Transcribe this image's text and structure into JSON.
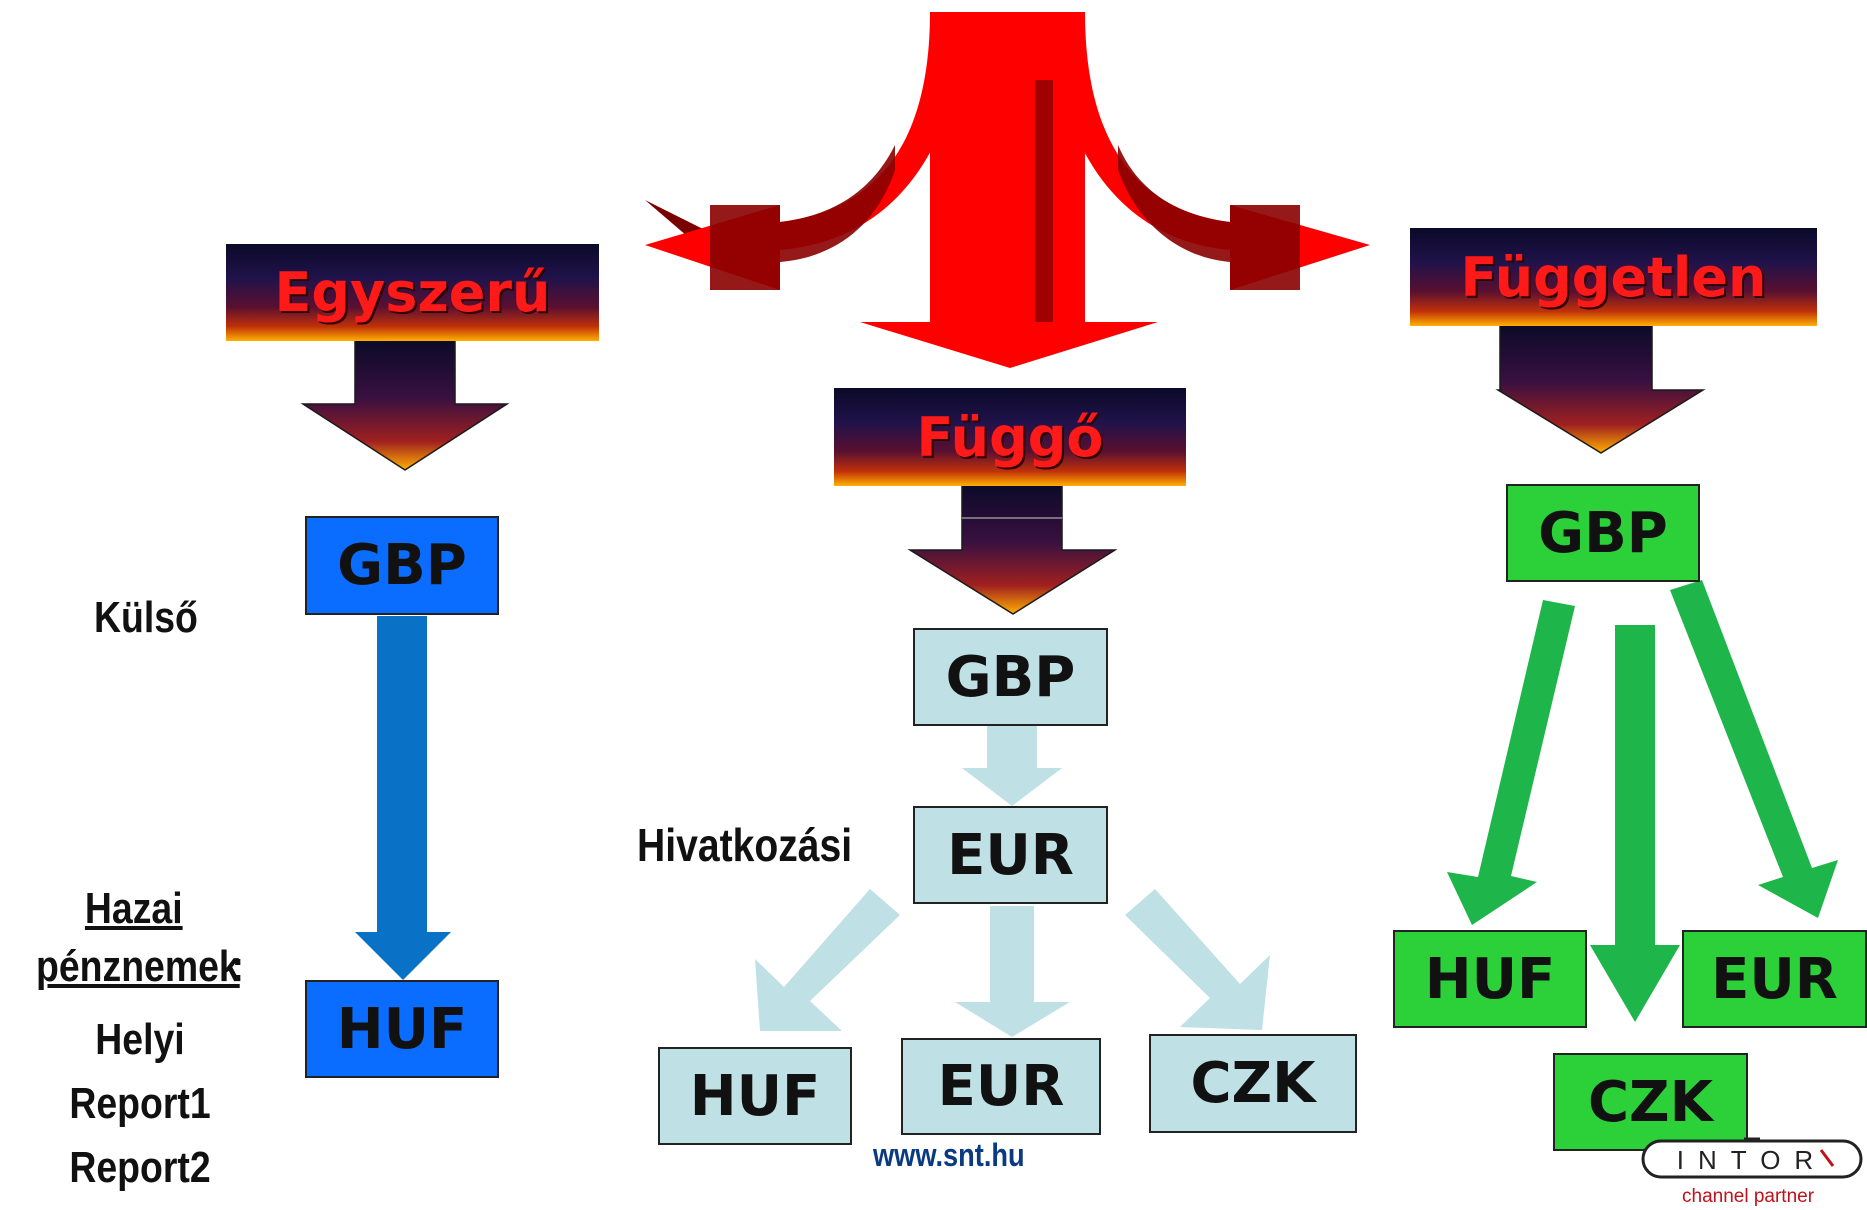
{
  "headers": {
    "simple": "Egyszerű",
    "dependent": "Függő",
    "independent": "Független"
  },
  "left": {
    "source": "GBP",
    "target": "HUF",
    "external_label": "Külső",
    "domestic_label": "Hazai pénznemek",
    "domestic_colon": ":",
    "currency_names": [
      "Helyi",
      "Report1",
      "Report2"
    ]
  },
  "middle": {
    "source": "GBP",
    "reference": "EUR",
    "reference_label": "Hivatkozási",
    "targets": [
      "HUF",
      "EUR",
      "CZK"
    ]
  },
  "right": {
    "source": "GBP",
    "targets": [
      "HUF",
      "EUR",
      "CZK"
    ]
  },
  "footer": {
    "website": "www.snt.hu",
    "logo_text": "INTOR",
    "partner_label": "channel partner"
  },
  "colors": {
    "header_text": "#ff1a1a",
    "left_box": "#0b6dff",
    "left_arrow": "#0a72c6",
    "middle_box": "#bfe0e4",
    "right_box": "#2cd13a",
    "right_arrow": "#1eb54a",
    "top_arrow": "#ff0000",
    "website_text": "#0a3a80",
    "partner_text": "#c0101a"
  }
}
